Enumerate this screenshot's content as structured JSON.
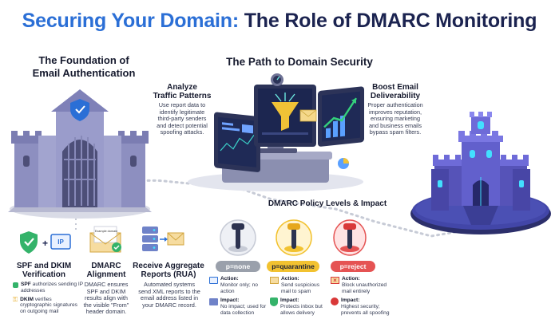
{
  "title": {
    "part1": "Securing Your Domain:",
    "part2": "The Role of DMARC Monitoring"
  },
  "foundation": {
    "heading_line1": "The Foundation of",
    "heading_line2": "Email Authentication"
  },
  "path": {
    "heading": "The Path to Domain Security"
  },
  "analyze": {
    "title_line1": "Analyze",
    "title_line2": "Traffic Patterns",
    "desc": [
      "Use report data to",
      "identify legitimate",
      "third-party senders",
      "and detect potential",
      "spoofing attacks."
    ]
  },
  "boost": {
    "title_line1": "Boost Email",
    "title_line2": "Deliverability",
    "desc": [
      "Proper authentication",
      "improves reputation,",
      "ensuring marketing",
      "and business emails",
      "bypass spam filters."
    ]
  },
  "spf": {
    "title_line1": "SPF and DKIM",
    "title_line2": "Verification",
    "ip_label": "IP",
    "spf_term": "SPF",
    "spf_desc": "authorizes sending IP addresses",
    "dkim_term": "DKIM",
    "dkim_desc": "verifies cryptographic signatures on outgoing mail"
  },
  "alignment": {
    "title_line1": "DMARC",
    "title_line2": "Alignment",
    "envelope_label": "Example domain",
    "desc": [
      "DMARC ensures",
      "SPF and DKIM",
      "results align with",
      "the visible \"From\"",
      "header domain."
    ]
  },
  "reports": {
    "title_line1": "Receive Aggregate",
    "title_line2": "Reports (RUA)",
    "desc": [
      "Automated systems",
      "send XML reports to the",
      "email address listed in",
      "your DMARC record."
    ]
  },
  "levels": {
    "heading": "DMARC Policy Levels & Impact",
    "items": [
      {
        "pill": "p=none",
        "pill_color": "#9aa0ab",
        "knob_color": "#2d3350",
        "action_label": "Action:",
        "action_text": "Monitor only; no action",
        "impact_label": "Impact:",
        "impact_text": "No impact; used for data collection"
      },
      {
        "pill": "p=quarantine",
        "pill_color": "#f2c230",
        "knob_color": "#e6a81d",
        "action_label": "Action:",
        "action_text": "Send suspicious mail to spam",
        "impact_label": "Impact:",
        "impact_text": "Protects inbox but allows delivery"
      },
      {
        "pill": "p=reject",
        "pill_color": "#e55353",
        "knob_color": "#d93838",
        "action_label": "Action:",
        "action_text": "Block unauthorized mail entirely",
        "impact_label": "Impact:",
        "impact_text": "Highest security; prevents all spoofing"
      }
    ]
  },
  "colors": {
    "accent_blue": "#2b6fd6",
    "navy": "#1b2350",
    "castle_purple": "#6e6bd8",
    "path_gray": "#c7cbd6"
  },
  "icons": [
    "shield-check-icon",
    "ip-icon",
    "key-icon",
    "envelope-icon",
    "server-icon",
    "funnel-icon",
    "chart-icon",
    "stop-icon"
  ]
}
